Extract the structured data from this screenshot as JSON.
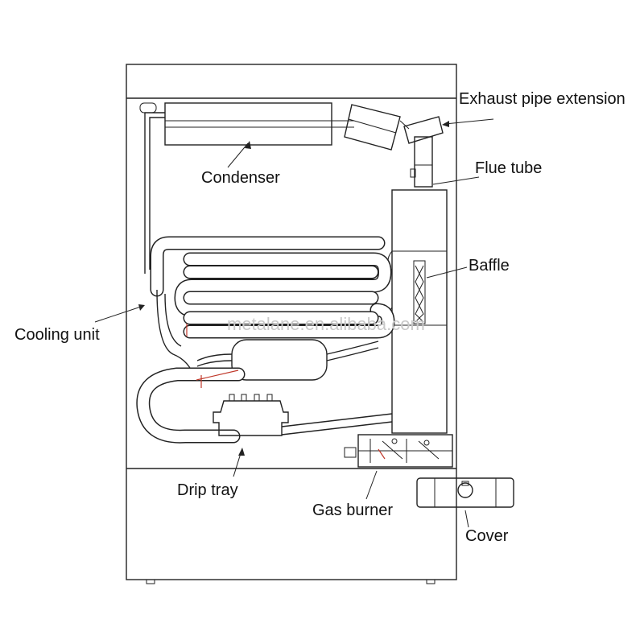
{
  "labels": {
    "exhaust": "Exhaust pipe extension",
    "condenser": "Condenser",
    "flue": "Flue tube",
    "baffle": "Baffle",
    "cooling": "Cooling unit",
    "drip": "Drip tray",
    "burner": "Gas burner",
    "cover": "Cover"
  },
  "watermark": "metalane.en.alibaba.com",
  "colors": {
    "line": "#222222",
    "accent": "#c0392b",
    "watermark": "#c9c9c9"
  }
}
